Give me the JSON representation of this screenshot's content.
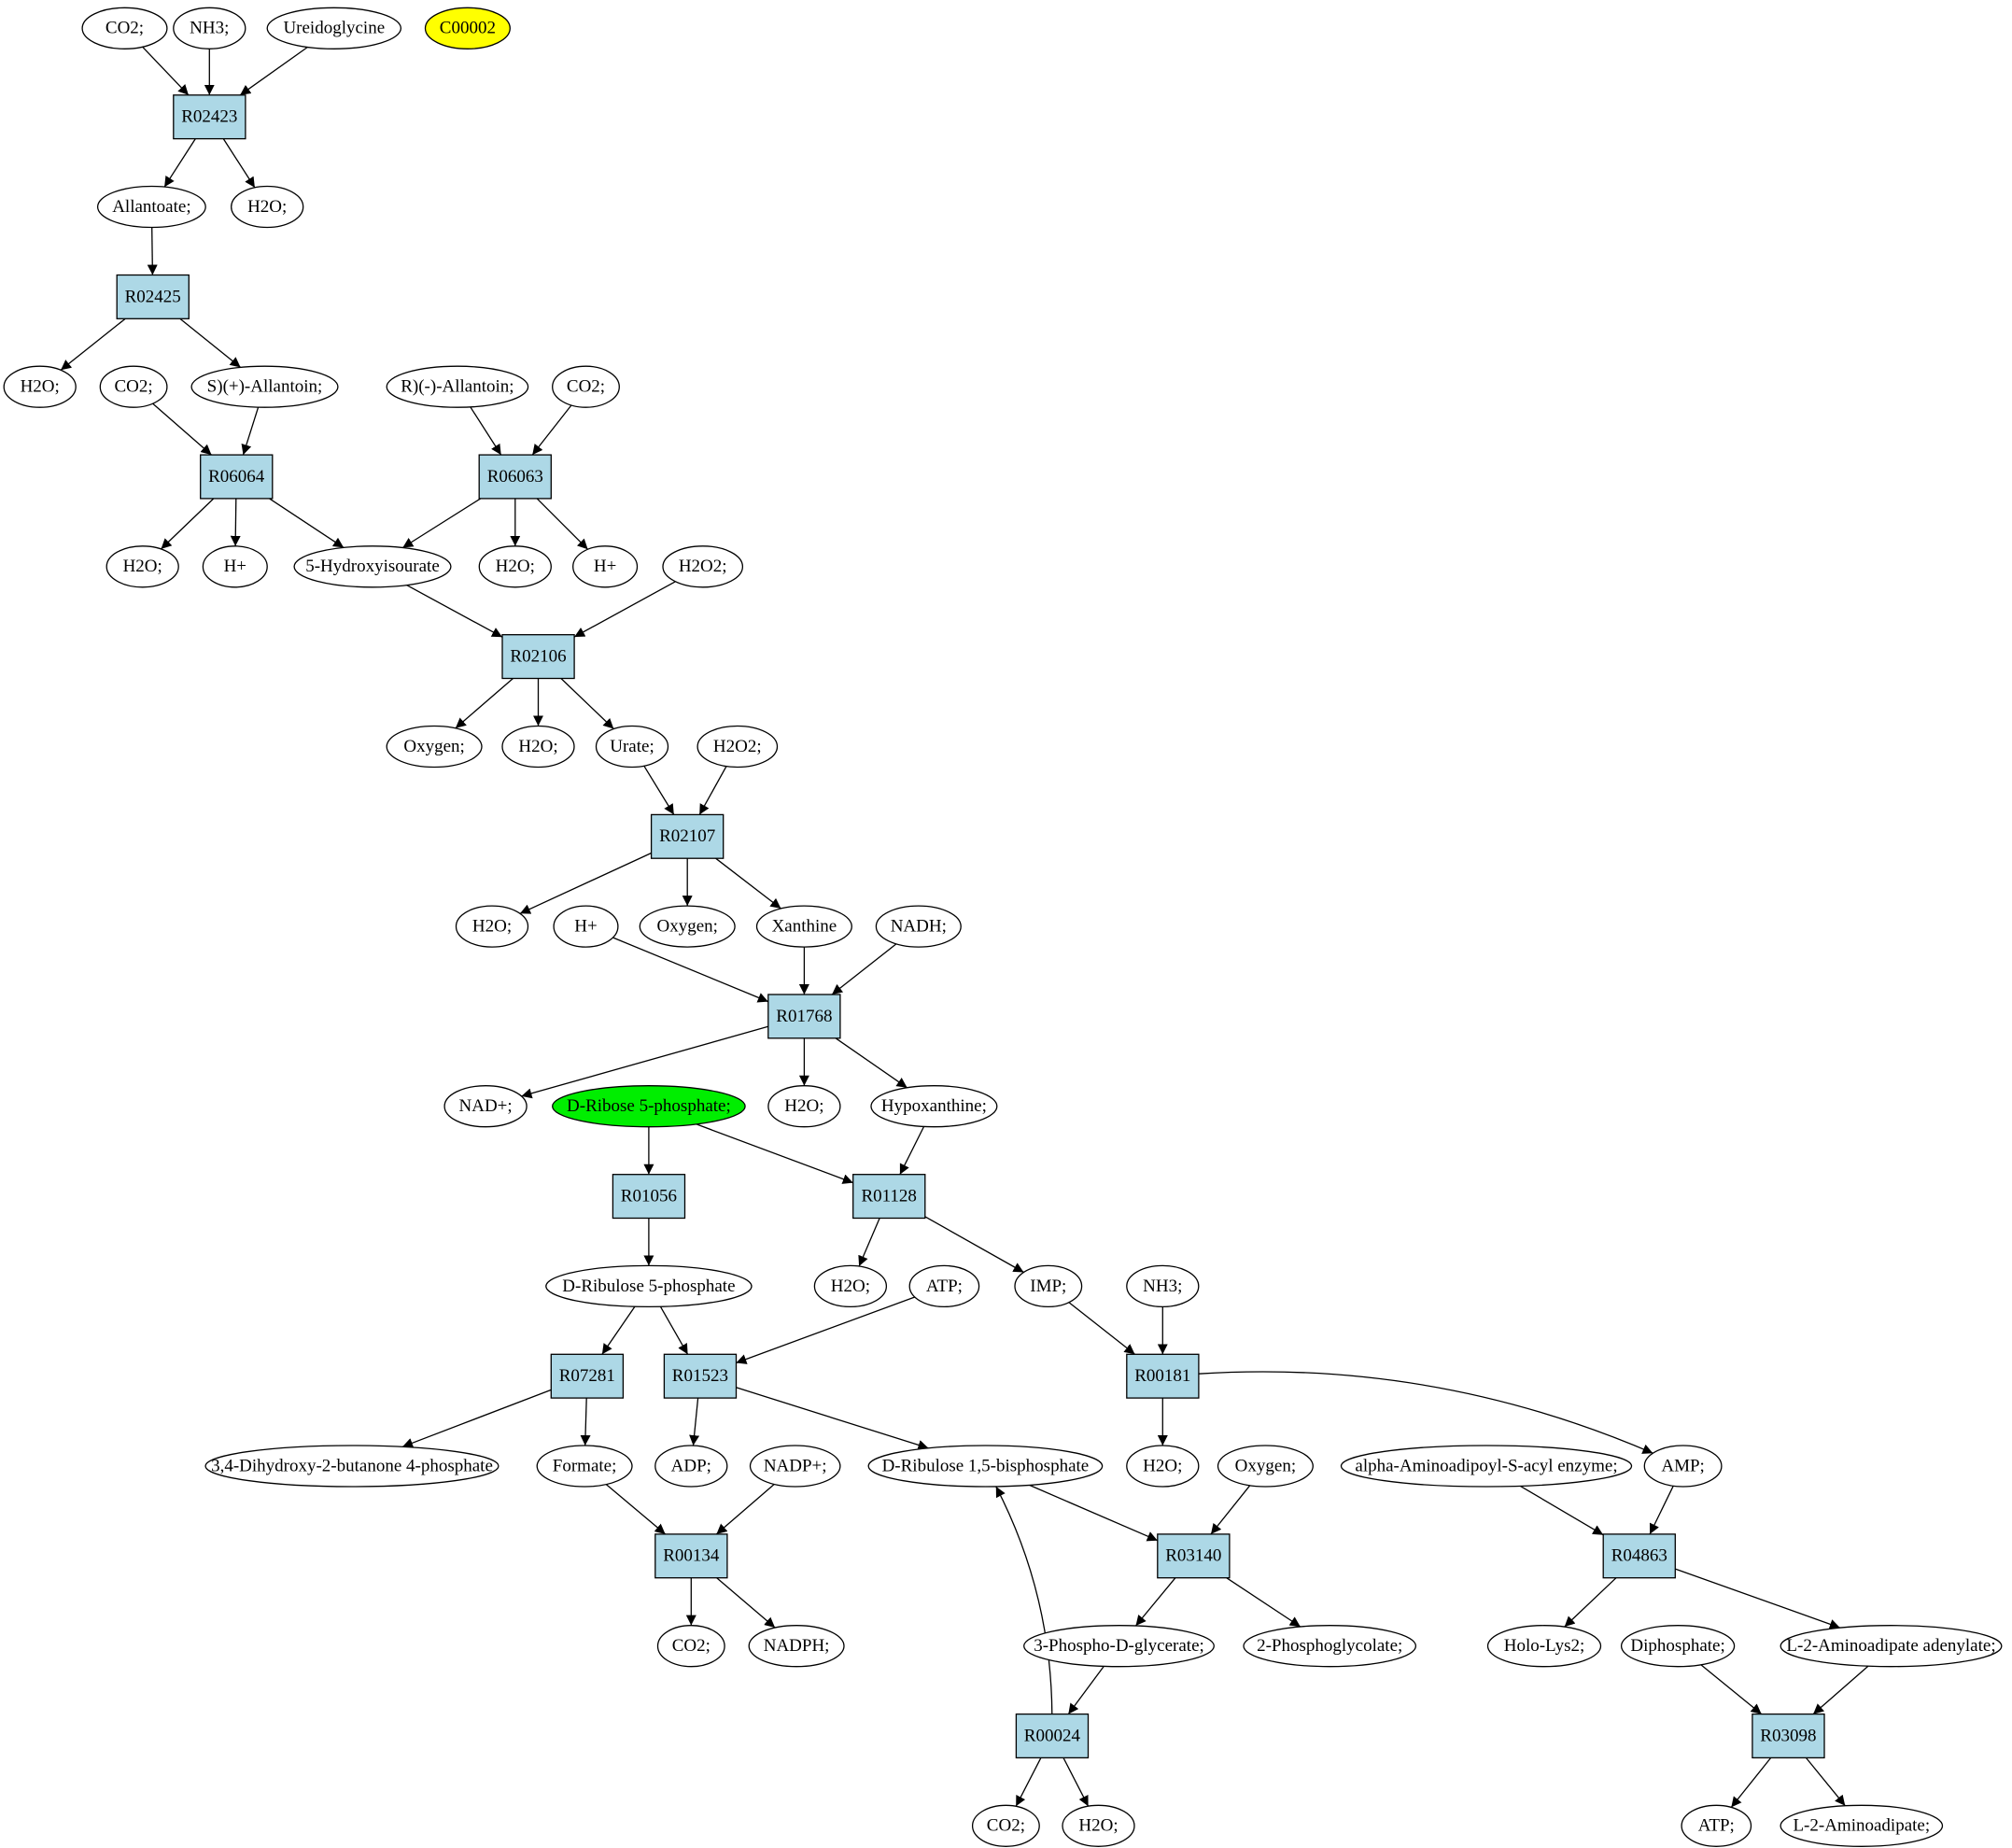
{
  "graph": {
    "nodes": [
      {
        "id": "c_co2_1",
        "kind": "compound",
        "label": "CO2;"
      },
      {
        "id": "c_nh3_1",
        "kind": "compound",
        "label": "NH3;"
      },
      {
        "id": "c_ureidoglycine",
        "kind": "compound",
        "label": "Ureidoglycine"
      },
      {
        "id": "c_c00002",
        "kind": "compound",
        "label": "C00002",
        "fill": "#ffff00"
      },
      {
        "id": "r_R02423",
        "kind": "reaction",
        "label": "R02423"
      },
      {
        "id": "c_allantoate",
        "kind": "compound",
        "label": "Allantoate;"
      },
      {
        "id": "c_h2o_1",
        "kind": "compound",
        "label": "H2O;"
      },
      {
        "id": "r_R02425",
        "kind": "reaction",
        "label": "R02425"
      },
      {
        "id": "c_h2o_2",
        "kind": "compound",
        "label": "H2O;"
      },
      {
        "id": "c_co2_2",
        "kind": "compound",
        "label": "CO2;"
      },
      {
        "id": "c_s_allantoin",
        "kind": "compound",
        "label": "S)(+)-Allantoin;"
      },
      {
        "id": "c_r_allantoin",
        "kind": "compound",
        "label": "R)(-)-Allantoin;"
      },
      {
        "id": "c_co2_3",
        "kind": "compound",
        "label": "CO2;"
      },
      {
        "id": "r_R06064",
        "kind": "reaction",
        "label": "R06064"
      },
      {
        "id": "r_R06063",
        "kind": "reaction",
        "label": "R06063"
      },
      {
        "id": "c_h2o_3",
        "kind": "compound",
        "label": "H2O;"
      },
      {
        "id": "c_hplus_1",
        "kind": "compound",
        "label": "H+"
      },
      {
        "id": "c_5hydroxyisourate",
        "kind": "compound",
        "label": "5-Hydroxyisourate"
      },
      {
        "id": "c_h2o_4",
        "kind": "compound",
        "label": "H2O;"
      },
      {
        "id": "c_hplus_2",
        "kind": "compound",
        "label": "H+"
      },
      {
        "id": "c_h2o2_1",
        "kind": "compound",
        "label": "H2O2;"
      },
      {
        "id": "r_R02106",
        "kind": "reaction",
        "label": "R02106"
      },
      {
        "id": "c_oxygen_1",
        "kind": "compound",
        "label": "Oxygen;"
      },
      {
        "id": "c_h2o_5",
        "kind": "compound",
        "label": "H2O;"
      },
      {
        "id": "c_urate",
        "kind": "compound",
        "label": "Urate;"
      },
      {
        "id": "c_h2o2_2",
        "kind": "compound",
        "label": "H2O2;"
      },
      {
        "id": "r_R02107",
        "kind": "reaction",
        "label": "R02107"
      },
      {
        "id": "c_h2o_6",
        "kind": "compound",
        "label": "H2O;"
      },
      {
        "id": "c_hplus_3",
        "kind": "compound",
        "label": "H+"
      },
      {
        "id": "c_oxygen_2",
        "kind": "compound",
        "label": "Oxygen;"
      },
      {
        "id": "c_xanthine",
        "kind": "compound",
        "label": "Xanthine"
      },
      {
        "id": "c_nadh",
        "kind": "compound",
        "label": "NADH;"
      },
      {
        "id": "r_R01768",
        "kind": "reaction",
        "label": "R01768"
      },
      {
        "id": "c_nadplus",
        "kind": "compound",
        "label": "NAD+;"
      },
      {
        "id": "c_dribose5p",
        "kind": "compound",
        "label": "D-Ribose 5-phosphate;",
        "fill": "#00ee00"
      },
      {
        "id": "c_h2o_7",
        "kind": "compound",
        "label": "H2O;"
      },
      {
        "id": "c_hypoxanthine",
        "kind": "compound",
        "label": "Hypoxanthine;"
      },
      {
        "id": "r_R01056",
        "kind": "reaction",
        "label": "R01056"
      },
      {
        "id": "r_R01128",
        "kind": "reaction",
        "label": "R01128"
      },
      {
        "id": "c_dribulose5p",
        "kind": "compound",
        "label": "D-Ribulose 5-phosphate"
      },
      {
        "id": "c_h2o_8",
        "kind": "compound",
        "label": "H2O;"
      },
      {
        "id": "c_atp_1",
        "kind": "compound",
        "label": "ATP;"
      },
      {
        "id": "c_imp",
        "kind": "compound",
        "label": "IMP;"
      },
      {
        "id": "c_nh3_2",
        "kind": "compound",
        "label": "NH3;"
      },
      {
        "id": "r_R07281",
        "kind": "reaction",
        "label": "R07281"
      },
      {
        "id": "r_R01523",
        "kind": "reaction",
        "label": "R01523"
      },
      {
        "id": "r_R00181",
        "kind": "reaction",
        "label": "R00181"
      },
      {
        "id": "c_dihydroxybutanone",
        "kind": "compound",
        "label": "3,4-Dihydroxy-2-butanone 4-phosphate"
      },
      {
        "id": "c_formate",
        "kind": "compound",
        "label": "Formate;"
      },
      {
        "id": "c_adp",
        "kind": "compound",
        "label": "ADP;"
      },
      {
        "id": "c_nadpplus",
        "kind": "compound",
        "label": "NADP+;"
      },
      {
        "id": "c_dribulose15bp",
        "kind": "compound",
        "label": "D-Ribulose 1,5-bisphosphate"
      },
      {
        "id": "c_h2o_9",
        "kind": "compound",
        "label": "H2O;"
      },
      {
        "id": "c_oxygen_3",
        "kind": "compound",
        "label": "Oxygen;"
      },
      {
        "id": "c_aminoadipoyl",
        "kind": "compound",
        "label": "alpha-Aminoadipoyl-S-acyl enzyme;"
      },
      {
        "id": "c_amp",
        "kind": "compound",
        "label": "AMP;"
      },
      {
        "id": "r_R00134",
        "kind": "reaction",
        "label": "R00134"
      },
      {
        "id": "r_R03140",
        "kind": "reaction",
        "label": "R03140"
      },
      {
        "id": "r_R04863",
        "kind": "reaction",
        "label": "R04863"
      },
      {
        "id": "c_co2_4",
        "kind": "compound",
        "label": "CO2;"
      },
      {
        "id": "c_nadph",
        "kind": "compound",
        "label": "NADPH;"
      },
      {
        "id": "c_3pg",
        "kind": "compound",
        "label": "3-Phospho-D-glycerate;"
      },
      {
        "id": "c_2pglycolate",
        "kind": "compound",
        "label": "2-Phosphoglycolate;"
      },
      {
        "id": "c_hololys2",
        "kind": "compound",
        "label": "Holo-Lys2;"
      },
      {
        "id": "c_diphosphate",
        "kind": "compound",
        "label": "Diphosphate;"
      },
      {
        "id": "c_l2aa_adenylate",
        "kind": "compound",
        "label": "L-2-Aminoadipate adenylate;"
      },
      {
        "id": "r_R00024",
        "kind": "reaction",
        "label": "R00024"
      },
      {
        "id": "r_R03098",
        "kind": "reaction",
        "label": "R03098"
      },
      {
        "id": "c_co2_5",
        "kind": "compound",
        "label": "CO2;"
      },
      {
        "id": "c_h2o_10",
        "kind": "compound",
        "label": "H2O;"
      },
      {
        "id": "c_atp_2",
        "kind": "compound",
        "label": "ATP;"
      },
      {
        "id": "c_l2aa",
        "kind": "compound",
        "label": "L-2-Aminoadipate;"
      }
    ],
    "edges": [
      {
        "from": "c_co2_1",
        "to": "r_R02423"
      },
      {
        "from": "c_nh3_1",
        "to": "r_R02423"
      },
      {
        "from": "c_ureidoglycine",
        "to": "r_R02423"
      },
      {
        "from": "r_R02423",
        "to": "c_allantoate"
      },
      {
        "from": "r_R02423",
        "to": "c_h2o_1"
      },
      {
        "from": "c_allantoate",
        "to": "r_R02425"
      },
      {
        "from": "r_R02425",
        "to": "c_h2o_2"
      },
      {
        "from": "r_R02425",
        "to": "c_s_allantoin"
      },
      {
        "from": "c_co2_2",
        "to": "r_R06064"
      },
      {
        "from": "c_s_allantoin",
        "to": "r_R06064"
      },
      {
        "from": "c_r_allantoin",
        "to": "r_R06063"
      },
      {
        "from": "c_co2_3",
        "to": "r_R06063"
      },
      {
        "from": "r_R06064",
        "to": "c_h2o_3"
      },
      {
        "from": "r_R06064",
        "to": "c_hplus_1"
      },
      {
        "from": "r_R06064",
        "to": "c_5hydroxyisourate"
      },
      {
        "from": "r_R06063",
        "to": "c_5hydroxyisourate"
      },
      {
        "from": "r_R06063",
        "to": "c_h2o_4"
      },
      {
        "from": "r_R06063",
        "to": "c_hplus_2"
      },
      {
        "from": "c_5hydroxyisourate",
        "to": "r_R02106"
      },
      {
        "from": "c_h2o2_1",
        "to": "r_R02106"
      },
      {
        "from": "r_R02106",
        "to": "c_oxygen_1"
      },
      {
        "from": "r_R02106",
        "to": "c_h2o_5"
      },
      {
        "from": "r_R02106",
        "to": "c_urate"
      },
      {
        "from": "c_urate",
        "to": "r_R02107"
      },
      {
        "from": "c_h2o2_2",
        "to": "r_R02107"
      },
      {
        "from": "r_R02107",
        "to": "c_h2o_6"
      },
      {
        "from": "r_R02107",
        "to": "c_oxygen_2"
      },
      {
        "from": "r_R02107",
        "to": "c_xanthine"
      },
      {
        "from": "c_hplus_3",
        "to": "r_R01768"
      },
      {
        "from": "c_xanthine",
        "to": "r_R01768"
      },
      {
        "from": "c_nadh",
        "to": "r_R01768"
      },
      {
        "from": "r_R01768",
        "to": "c_nadplus"
      },
      {
        "from": "r_R01768",
        "to": "c_h2o_7"
      },
      {
        "from": "r_R01768",
        "to": "c_hypoxanthine"
      },
      {
        "from": "c_dribose5p",
        "to": "r_R01056"
      },
      {
        "from": "c_dribose5p",
        "to": "r_R01128"
      },
      {
        "from": "c_hypoxanthine",
        "to": "r_R01128"
      },
      {
        "from": "r_R01056",
        "to": "c_dribulose5p"
      },
      {
        "from": "r_R01128",
        "to": "c_h2o_8"
      },
      {
        "from": "r_R01128",
        "to": "c_imp"
      },
      {
        "from": "c_dribulose5p",
        "to": "r_R07281"
      },
      {
        "from": "c_dribulose5p",
        "to": "r_R01523"
      },
      {
        "from": "c_atp_1",
        "to": "r_R01523"
      },
      {
        "from": "c_imp",
        "to": "r_R00181"
      },
      {
        "from": "c_nh3_2",
        "to": "r_R00181"
      },
      {
        "from": "r_R07281",
        "to": "c_dihydroxybutanone"
      },
      {
        "from": "r_R07281",
        "to": "c_formate"
      },
      {
        "from": "r_R01523",
        "to": "c_adp"
      },
      {
        "from": "r_R01523",
        "to": "c_dribulose15bp"
      },
      {
        "from": "r_R00181",
        "to": "c_h2o_9"
      },
      {
        "from": "r_R00181",
        "to": "c_amp",
        "curved": true
      },
      {
        "from": "c_formate",
        "to": "r_R00134"
      },
      {
        "from": "c_nadpplus",
        "to": "r_R00134"
      },
      {
        "from": "c_dribulose15bp",
        "to": "r_R03140"
      },
      {
        "from": "c_oxygen_3",
        "to": "r_R03140"
      },
      {
        "from": "c_aminoadipoyl",
        "to": "r_R04863"
      },
      {
        "from": "c_amp",
        "to": "r_R04863"
      },
      {
        "from": "r_R00134",
        "to": "c_co2_4"
      },
      {
        "from": "r_R00134",
        "to": "c_nadph"
      },
      {
        "from": "r_R03140",
        "to": "c_3pg"
      },
      {
        "from": "r_R03140",
        "to": "c_2pglycolate"
      },
      {
        "from": "r_R04863",
        "to": "c_hololys2"
      },
      {
        "from": "r_R04863",
        "to": "c_l2aa_adenylate"
      },
      {
        "from": "c_3pg",
        "to": "r_R00024"
      },
      {
        "from": "r_R00024",
        "to": "c_dribulose15bp",
        "curved": true
      },
      {
        "from": "r_R00024",
        "to": "c_co2_5"
      },
      {
        "from": "r_R00024",
        "to": "c_h2o_10"
      },
      {
        "from": "c_diphosphate",
        "to": "r_R03098"
      },
      {
        "from": "c_l2aa_adenylate",
        "to": "r_R03098"
      },
      {
        "from": "r_R03098",
        "to": "c_atp_2"
      },
      {
        "from": "r_R03098",
        "to": "c_l2aa"
      }
    ]
  },
  "colors": {
    "reaction_fill": "#add8e6",
    "compound_fill": "#ffffff",
    "stroke": "#000000"
  }
}
